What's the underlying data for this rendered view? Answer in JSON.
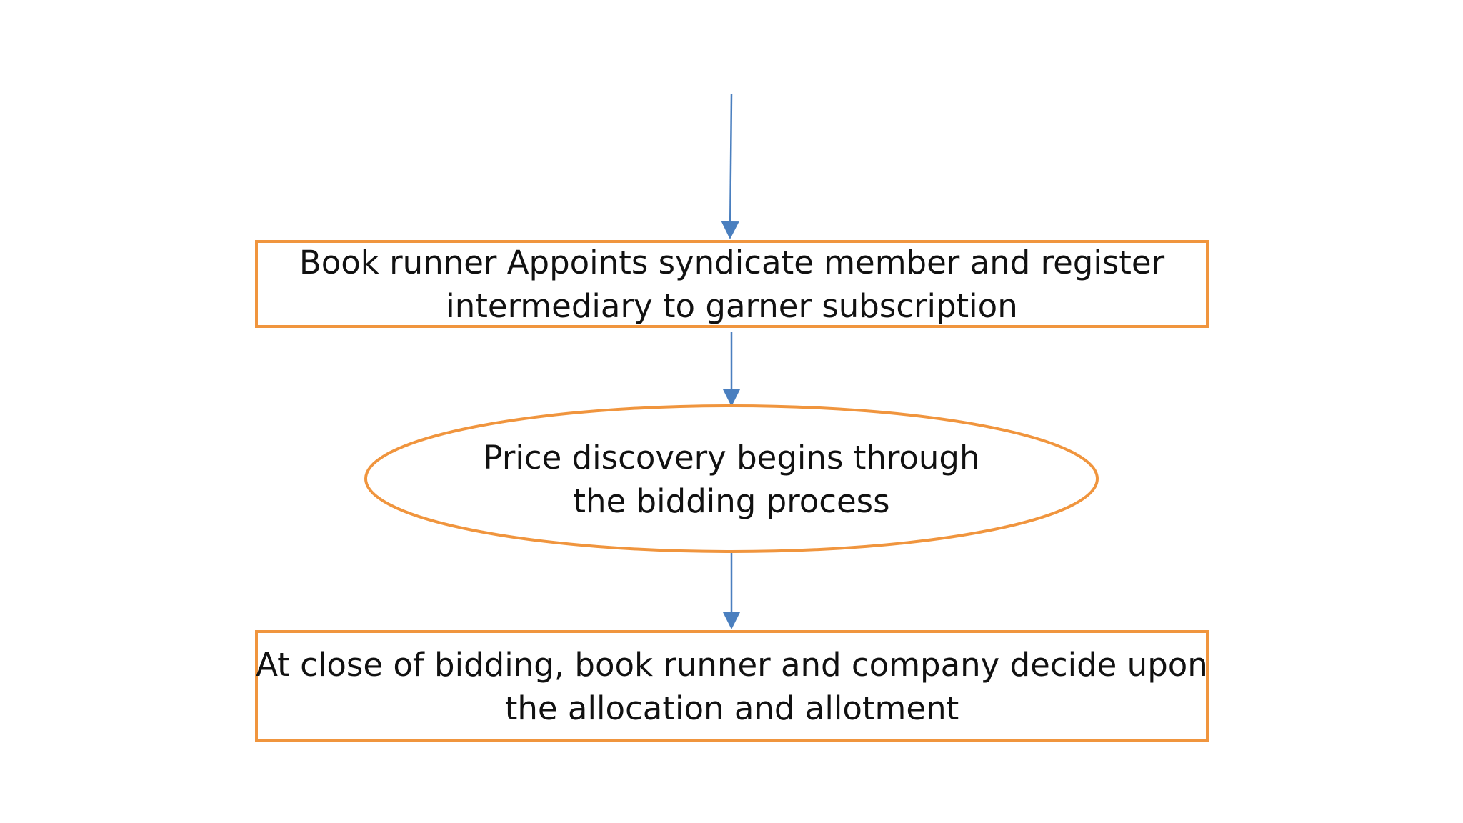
{
  "colors": {
    "box_border": "#f0953e",
    "arrow": "#4a7fbf",
    "text": "#111111",
    "background": "#ffffff"
  },
  "flowchart": {
    "steps": [
      {
        "shape": "rectangle",
        "lines": [
          "Book runner Appoints syndicate member and register",
          "intermediary to garner subscription"
        ]
      },
      {
        "shape": "ellipse",
        "lines": [
          "Price discovery begins through",
          "the bidding process"
        ]
      },
      {
        "shape": "rectangle",
        "lines": [
          "At close of bidding, book runner and company decide upon",
          "the allocation and allotment"
        ]
      }
    ]
  }
}
